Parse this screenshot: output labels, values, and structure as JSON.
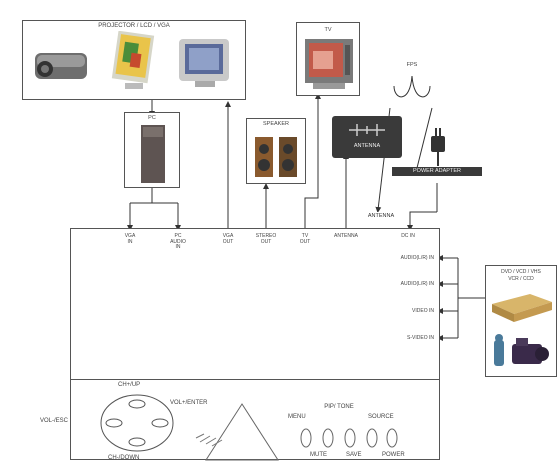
{
  "projector_group": {
    "title": "PROJECTOR / LCD / VGA"
  },
  "pc": {
    "label": "PC"
  },
  "tv": {
    "label": "TV"
  },
  "speaker": {
    "label": "SPEAKER"
  },
  "antenna_box": {
    "label": "ANTENNA"
  },
  "power_adapter": {
    "label": "POWER ADAPTER"
  },
  "antenna_top_label": {
    "label": "ANTENNA"
  },
  "sat_label": {
    "label": "FPS"
  },
  "av_sources": {
    "title_line1": "DVD / VCD / VHS",
    "title_line2": "VCR / CCD"
  },
  "bottom_ports": [
    {
      "line1": "VGA",
      "line2": "IN",
      "line3": ""
    },
    {
      "line1": "PC",
      "line2": "AUDIO",
      "line3": "IN"
    },
    {
      "line1": "VGA",
      "line2": "OUT",
      "line3": ""
    },
    {
      "line1": "STEREO",
      "line2": "OUT",
      "line3": ""
    },
    {
      "line1": "TV",
      "line2": "OUT",
      "line3": ""
    },
    {
      "line1": "ANTENNA",
      "line2": "",
      "line3": ""
    },
    {
      "line1": "DC IN",
      "line2": "",
      "line3": ""
    }
  ],
  "right_ports": [
    "AUDIO(L/R) IN",
    "AUDIO(L/R) IN",
    "VIDEO IN",
    "S-VIDEO IN"
  ],
  "control_panel": {
    "ch_up": "CH+/UP",
    "vol_enter": "VOL+/ENTER",
    "vol_esc": "VOL-/ESC",
    "ch_down": "CH-/DOWN",
    "menu": "MENU",
    "pip_tone": "PIP/ TONE",
    "source": "SOURCE",
    "mute": "MUTE",
    "save": "SAVE",
    "power": "POWER"
  }
}
